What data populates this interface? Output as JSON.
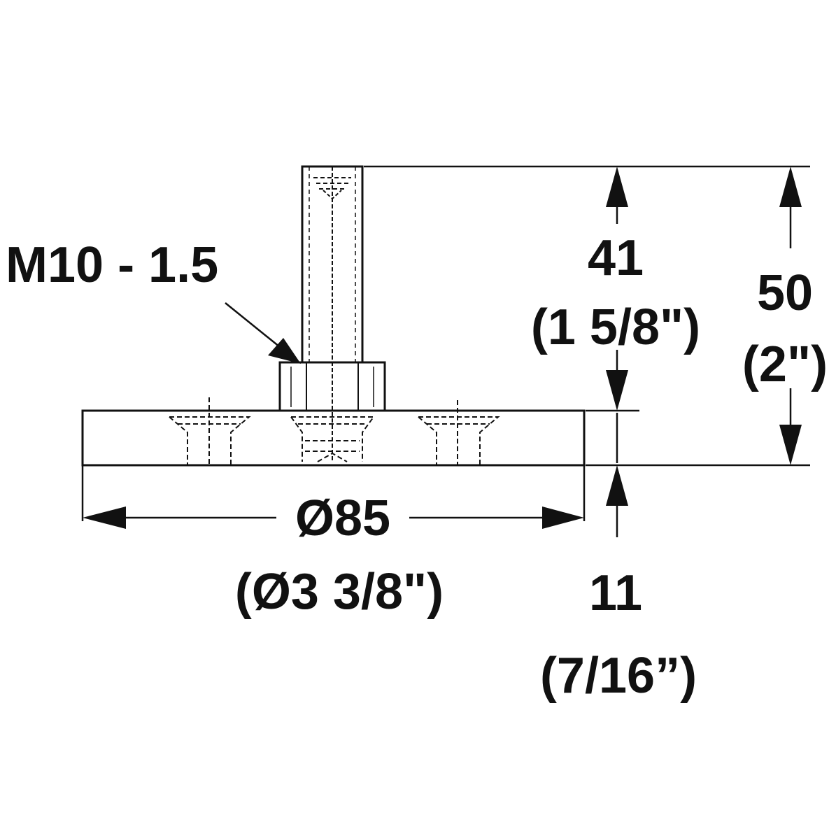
{
  "labels": {
    "thread": "M10 - 1.5",
    "stem_height_mm": "41",
    "stem_height_in": "(1 5/8\")",
    "total_height_mm": "50",
    "total_height_in": "(2\")",
    "base_diameter_mm": "Ø85",
    "base_diameter_in": "(Ø3 3/8\")",
    "base_thickness_mm": "11",
    "base_thickness_in": "(7/16”)"
  },
  "colors": {
    "ink": "#111111",
    "background": "#ffffff"
  }
}
